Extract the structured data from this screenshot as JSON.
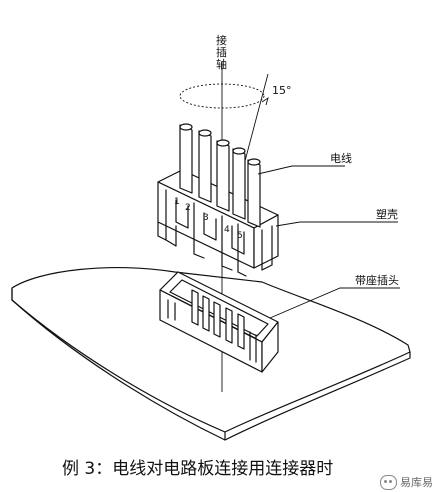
{
  "labels": {
    "axis": [
      "接",
      "插",
      "轴"
    ],
    "angle": "15°",
    "wire": "电线",
    "housing": "塑壳",
    "header": "带座插头"
  },
  "pin_numbers": [
    "1",
    "2",
    "3",
    "4",
    "5"
  ],
  "caption": "例 3：电线对电路板连接用连接器时",
  "watermark": "易库易"
}
